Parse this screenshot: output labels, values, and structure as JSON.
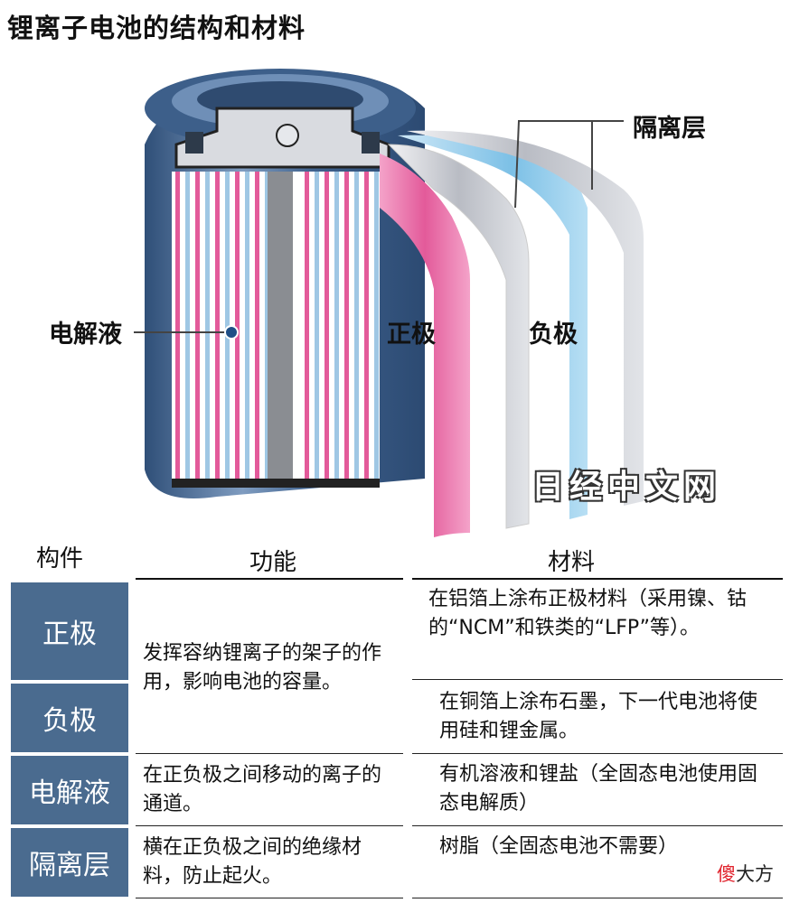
{
  "title": "锂离子电池的结构和材料",
  "diagram": {
    "labels": {
      "separator": "隔离层",
      "electrolyte": "电解液",
      "positive": "正极",
      "negative": "负极"
    },
    "watermark": "日经中文网"
  },
  "table": {
    "headers": {
      "component": "构件",
      "function": "功能",
      "material": "材料"
    },
    "rows": [
      {
        "component": "正极",
        "material": "在铝箔上涂布正极材料（采用镍、钴的“NCM”和铁类的“LFP”等）。"
      },
      {
        "component": "负极",
        "material": "在铜箔上涂布石墨，下一代电池将使用硅和锂金属。"
      },
      {
        "component": "电解液",
        "function": "在正负极之间移动的离子的通道。",
        "material": "有机溶液和锂盐（全固态电池使用固态电解质）"
      },
      {
        "component": "隔离层",
        "function": "横在正负极之间的绝缘材料，防止起火。",
        "material": "树脂（全固态电池不需要）"
      }
    ],
    "merged_function": "发挥容纳锂离子的架子的作用，影响电池的容量。"
  },
  "footer": {
    "brand_red": "傻",
    "brand_rest": "大方"
  },
  "colors": {
    "component_bg": "#4a6b8f",
    "positive": "#e876a8",
    "negative": "#7cc0e6",
    "case": "#4a6b8f"
  }
}
